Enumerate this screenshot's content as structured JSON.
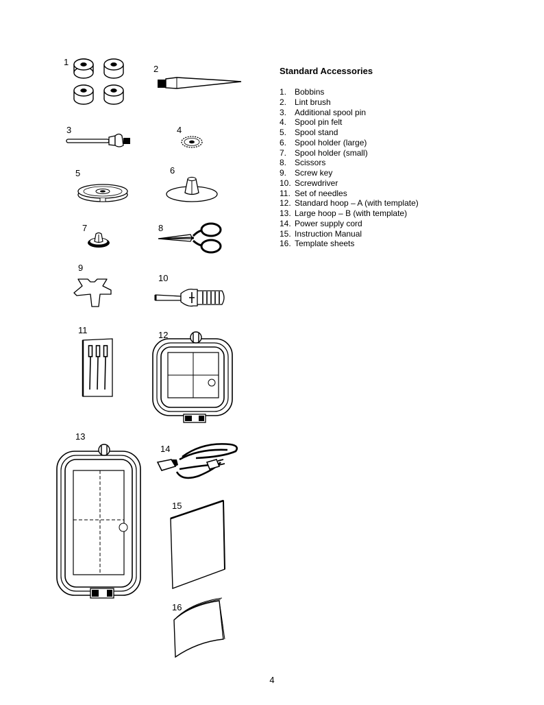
{
  "heading": "Standard Accessories",
  "accessories": [
    {
      "num": "1.",
      "name": "Bobbins"
    },
    {
      "num": "2.",
      "name": "Lint brush"
    },
    {
      "num": "3.",
      "name": "Additional spool pin"
    },
    {
      "num": "4.",
      "name": "Spool pin felt"
    },
    {
      "num": "5.",
      "name": "Spool stand"
    },
    {
      "num": "6.",
      "name": "Spool holder (large)"
    },
    {
      "num": "7.",
      "name": "Spool holder (small)"
    },
    {
      "num": "8.",
      "name": "Scissors"
    },
    {
      "num": "9.",
      "name": "Screw key"
    },
    {
      "num": "10.",
      "name": "Screwdriver"
    },
    {
      "num": "11.",
      "name": "Set of needles"
    },
    {
      "num": "12.",
      "name": "Standard hoop – A (with template)"
    },
    {
      "num": "13.",
      "name": "Large hoop – B (with template)"
    },
    {
      "num": "14.",
      "name": "Power supply cord"
    },
    {
      "num": "15.",
      "name": "Instruction Manual"
    },
    {
      "num": "16.",
      "name": "Template sheets"
    }
  ],
  "figure_labels": [
    "1",
    "2",
    "3",
    "4",
    "5",
    "6",
    "7",
    "8",
    "9",
    "10",
    "11",
    "12",
    "13",
    "14",
    "15",
    "16"
  ],
  "page_number": "4"
}
